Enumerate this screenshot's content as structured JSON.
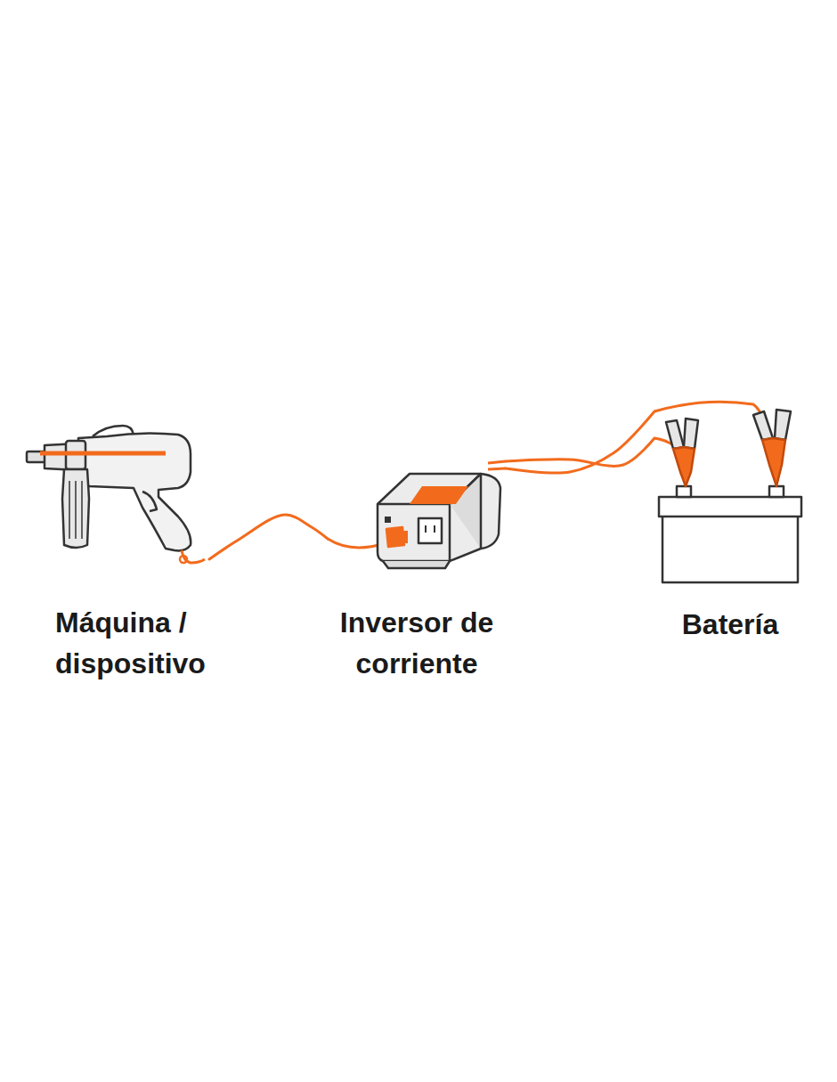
{
  "diagram": {
    "nodes": [
      {
        "text": [
          "Máquina / dispositivo"
        ]
      },
      {
        "text": [
          "Inversor de corriente"
        ]
      },
      {
        "text": [
          "Batería"
        ]
      }
    ],
    "edges": [
      {
        "from": 0,
        "to": 1,
        "arrow": "none"
      },
      {
        "from": 1,
        "to": 2,
        "arrow": "none"
      }
    ]
  }
}
